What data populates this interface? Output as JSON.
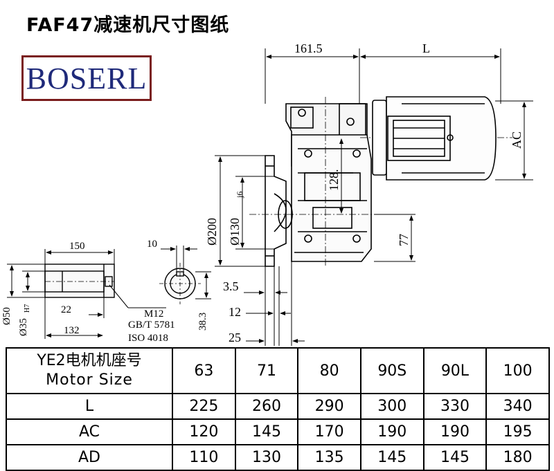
{
  "title": "FAF47减速机尺寸图纸",
  "logo": "BOSERL",
  "dimensions": {
    "d161_5": "161.5",
    "L": "L",
    "AC": "AC",
    "d128": "128.",
    "d200": "Ø200",
    "d130": "Ø130",
    "d130_tol": "j6",
    "d77": "77",
    "d150": "150",
    "d10": "10",
    "d50": "Ø50",
    "d35": "Ø35",
    "d35_tol": "H7",
    "d22": "22",
    "d132": "132",
    "m12": "M12",
    "gbt": "GB/T 5781",
    "iso": "ISO 4018",
    "d38_3": "38.3",
    "d3_5": "3.5",
    "d12": "12",
    "d25": "25"
  },
  "table": {
    "header_cn": "YE2电机机座号",
    "header_en": "Motor Size",
    "sizes": [
      "63",
      "71",
      "80",
      "90S",
      "90L",
      "100"
    ],
    "rows": [
      {
        "label": "L",
        "values": [
          "225",
          "260",
          "290",
          "300",
          "330",
          "340"
        ]
      },
      {
        "label": "AC",
        "values": [
          "120",
          "145",
          "170",
          "190",
          "190",
          "195"
        ]
      },
      {
        "label": "AD",
        "values": [
          "110",
          "130",
          "135",
          "145",
          "145",
          "180"
        ]
      }
    ]
  }
}
